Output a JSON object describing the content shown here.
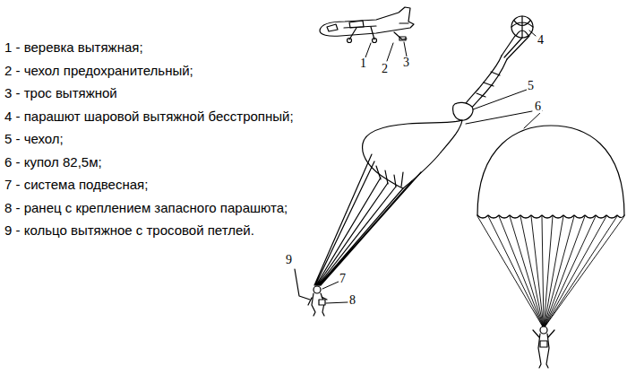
{
  "diagram": {
    "labels": [
      "1 - веревка вытяжная;",
      "2 - чехол предохранительный;",
      "3 - трос вытяжной",
      "4 - парашют шаровой вытяжной бесстропный;",
      "5 - чехол;",
      "6 - купол 82,5м;",
      "7 - система подвесная;",
      "8 - ранец с креплением запасного парашюта;",
      "9 - кольцо вытяжное с тросовой петлей.",
      "1",
      "2",
      "3",
      "4",
      "5",
      "6",
      "7",
      "8",
      "9"
    ]
  }
}
